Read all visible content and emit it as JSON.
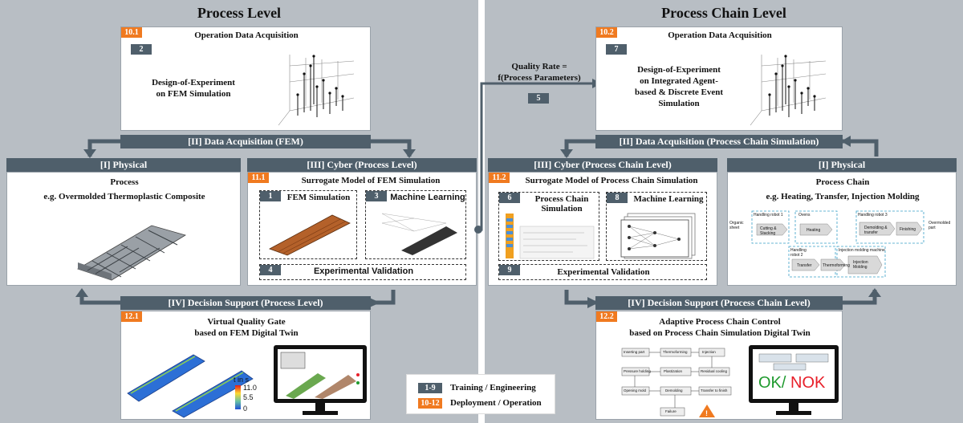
{
  "left": {
    "title": "Process Level",
    "op": {
      "tag": "10.1",
      "title": "Operation Data Acquisition",
      "num": "2",
      "text_l1": "Design-of-Experiment",
      "text_l2": "on FEM Simulation"
    },
    "acq": "[II] Data Acquisition (FEM)",
    "physical": {
      "header": "[I] Physical",
      "title": "Process",
      "sub": "e.g. Overmolded Thermoplastic Composite"
    },
    "cyber": {
      "header": "[III] Cyber (Process Level)",
      "tag": "11.1",
      "title": "Surrogate Model of FEM Simulation",
      "n1": "1",
      "fem": "FEM Simulation",
      "n3": "3",
      "ml": "Machine Learning",
      "n4": "4",
      "val": "Experimental Validation"
    },
    "decision": "[IV] Decision Support (Process Level)",
    "vqg": {
      "tag": "12.1",
      "l1": "Virtual Quality Gate",
      "l2": "based on FEM Digital Twin",
      "legend_title": "t in s",
      "legend_max": "11.0",
      "legend_mid": "5.5",
      "legend_min": "0"
    }
  },
  "middle": {
    "q1": "Quality Rate =",
    "q2": "f(Process Parameters)",
    "num": "5"
  },
  "right": {
    "title": "Process Chain Level",
    "op": {
      "tag": "10.2",
      "title": "Operation Data Acquisition",
      "num": "7",
      "l1": "Design-of-Experiment",
      "l2": "on Integrated Agent-",
      "l3": "based & Discrete Event",
      "l4": "Simulation"
    },
    "acq": "[II] Data Acquisition (Process Chain Simulation)",
    "cyber": {
      "header": "[III] Cyber (Process Chain Level)",
      "tag": "11.2",
      "title": "Surrogate Model of Process Chain Simulation",
      "n6": "6",
      "pcs1": "Process Chain",
      "pcs2": "Simulation",
      "n8": "8",
      "ml": "Machine Learning",
      "n9": "9",
      "val": "Experimental Validation"
    },
    "physical": {
      "header": "[I] Physical",
      "title": "Process Chain",
      "sub": "e.g. Heating, Transfer,  Injection Molding"
    },
    "decision": "[IV] Decision Support (Process Chain Level)",
    "apc": {
      "tag": "12.2",
      "l1": "Adaptive Process Chain Control",
      "l2": "based on Process Chain Simulation Digital Twin",
      "ok": "OK",
      "slash": "/",
      "nok": "NOK"
    }
  },
  "chain": {
    "organic": "Organic sheet",
    "robot1": "Handling robot 1",
    "ovens": "Ovens",
    "cutting": "Cutting & Stacking",
    "heating": "Heating",
    "robot3": "Handling robot 3",
    "demold": "Demolding & transfer",
    "finishing": "Finishing",
    "overmolded": "Overmolded part",
    "robot2": "Handling robot 2",
    "inj_machine": "Injection molding machine",
    "transfer": "Transfer",
    "thermo": "Thermoforming",
    "injection": "Injection Molding"
  },
  "flow": {
    "inserting": "Inserting part",
    "thermo": "Thermoforming",
    "injection": "Injection",
    "pressure": "Pressure holding",
    "plast": "Plastization",
    "residual": "Residual cooling",
    "opening": "Opening mold",
    "demold": "Demolding",
    "transfer": "Transfer to finish",
    "failure": "Failure"
  },
  "legend": {
    "g_tag": "1-9",
    "g_text": "Training / Engineering",
    "o_tag": "10-12",
    "o_text": "Deployment / Operation"
  },
  "colors": {
    "header": "#4f5f6b",
    "orange": "#f07a20",
    "bg": "#b8bec4",
    "ok": "#1f9a2e",
    "nok": "#e8202a"
  }
}
